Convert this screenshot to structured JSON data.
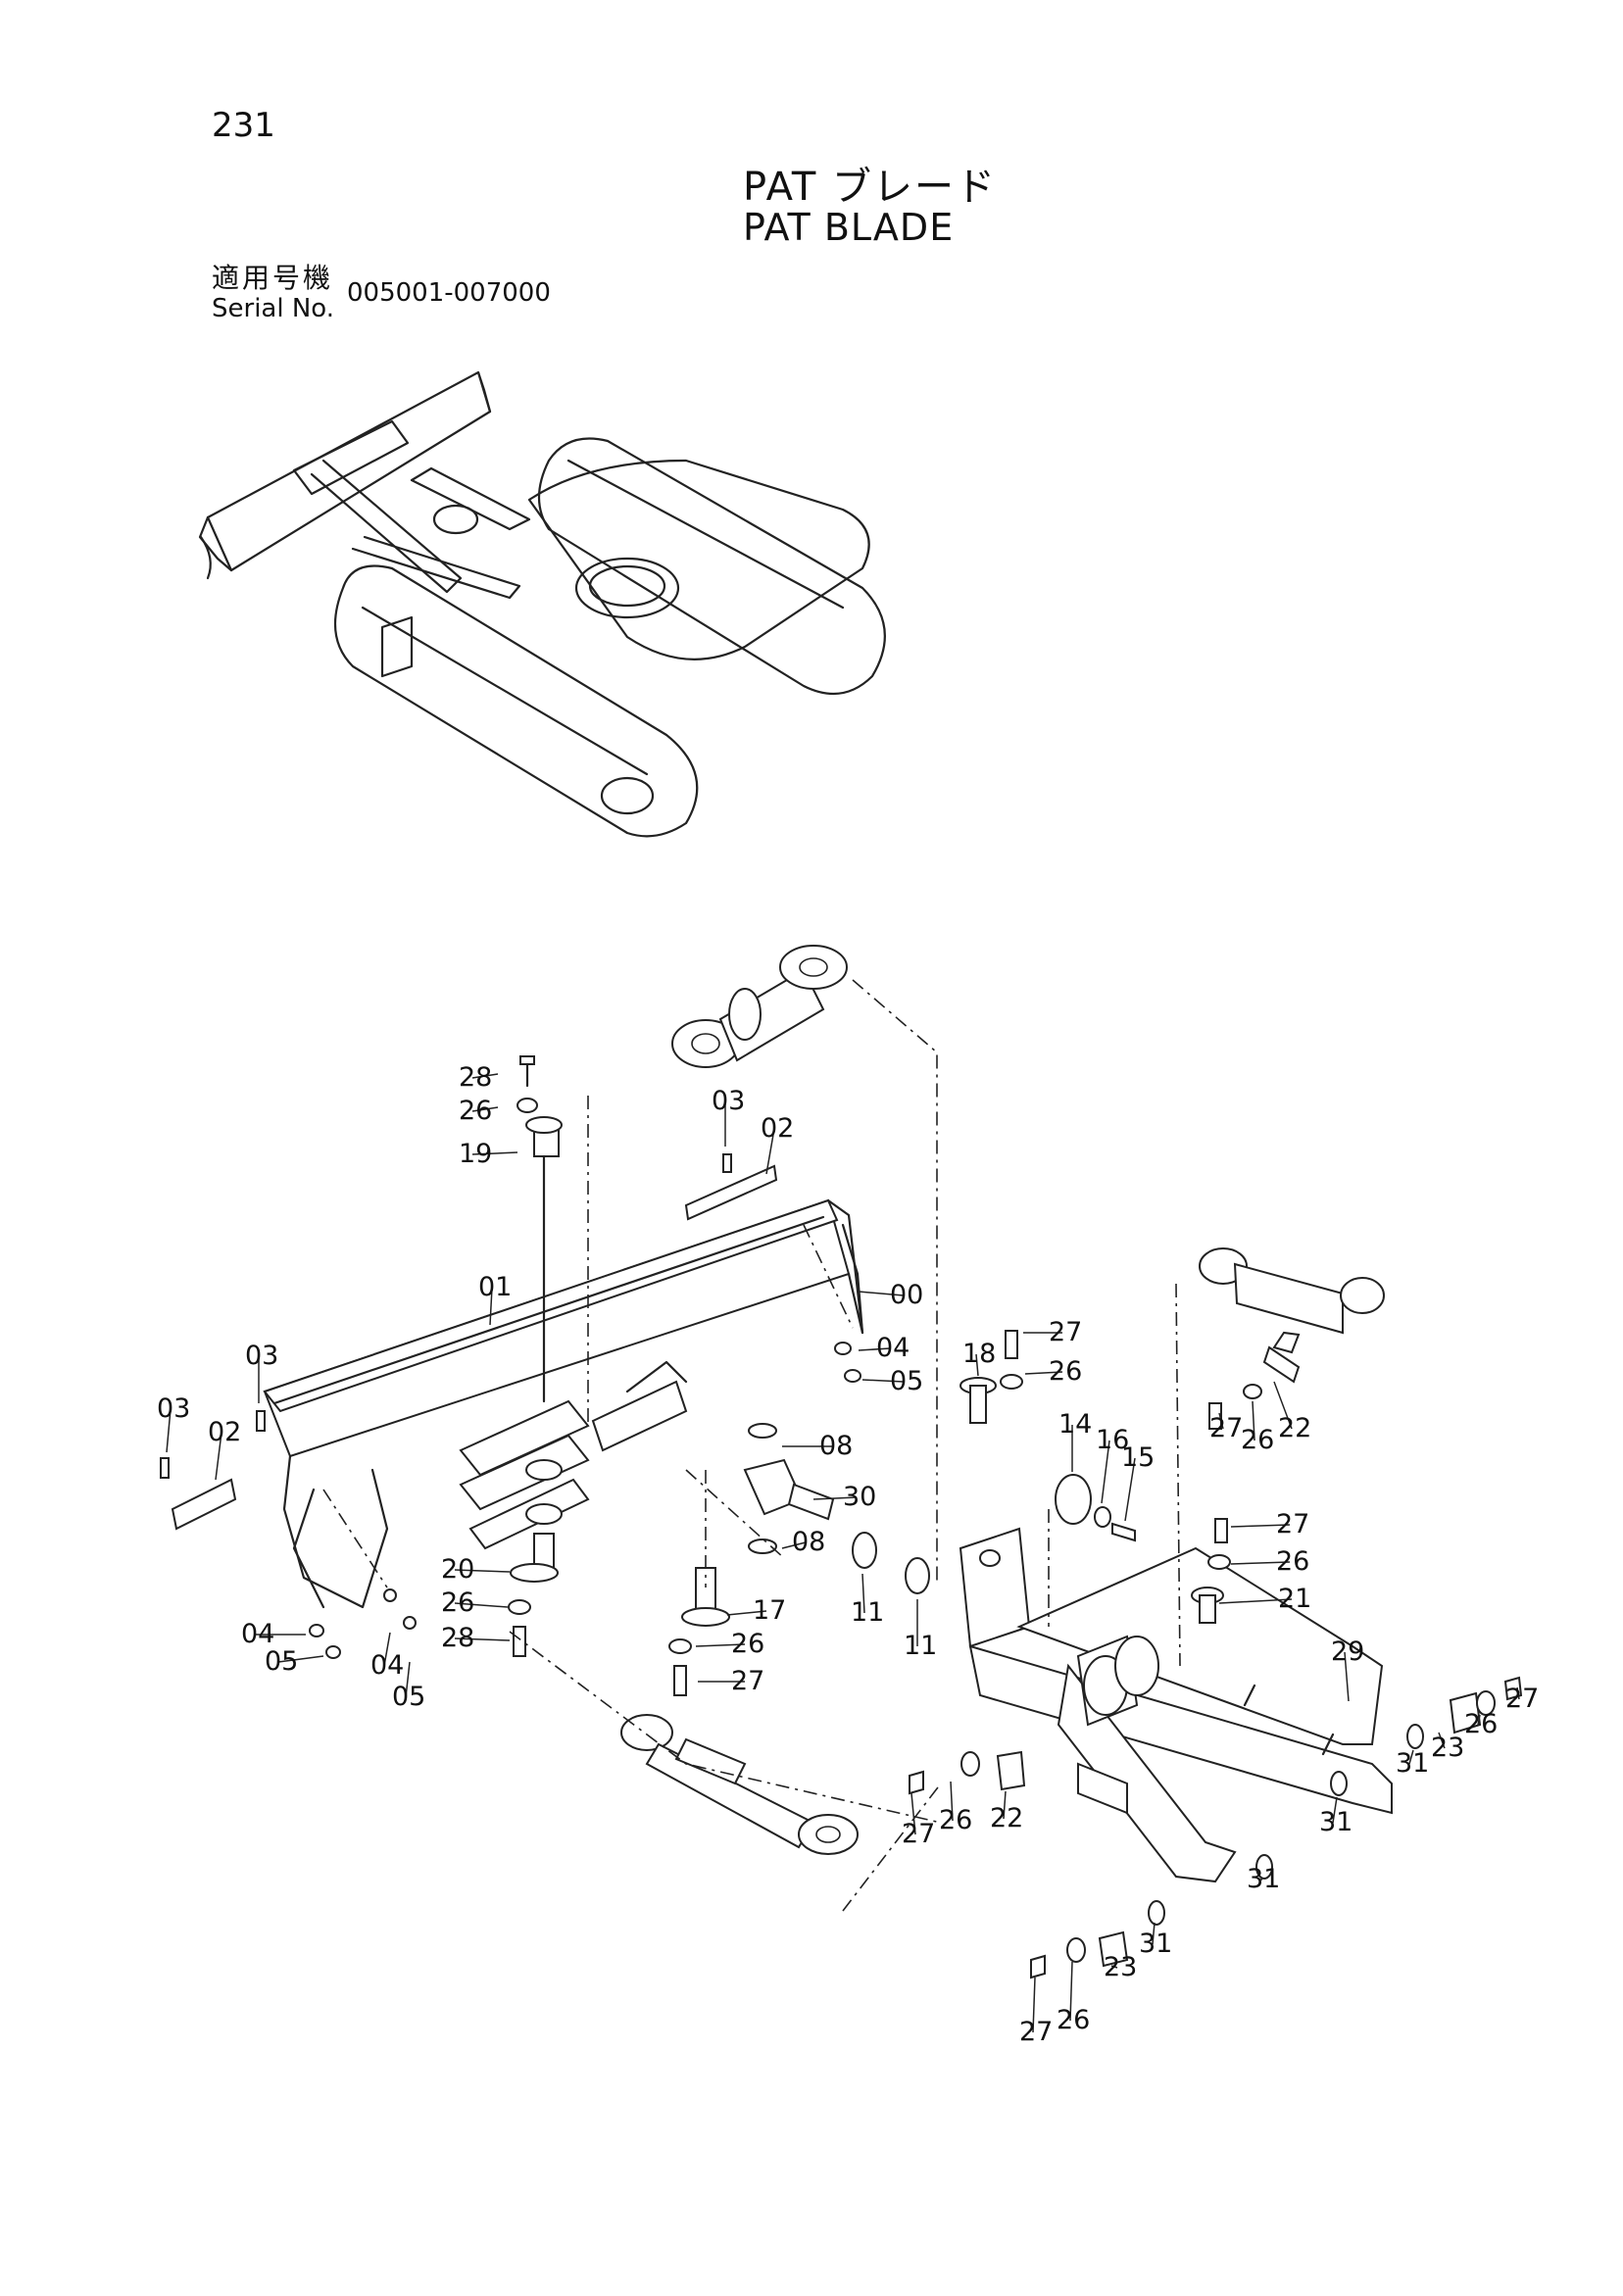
{
  "page_number": "231",
  "title_jp": "PAT ブレード",
  "title_en": "PAT BLADE",
  "serial_label_jp": "適用号機",
  "serial_label_en": "Serial No.",
  "serial_range": "005001-007000",
  "callouts": [
    {
      "id": "c28a",
      "label": "28"
    },
    {
      "id": "c26a",
      "label": "26"
    },
    {
      "id": "c19",
      "label": "19"
    },
    {
      "id": "c03a",
      "label": "03"
    },
    {
      "id": "c02a",
      "label": "02"
    },
    {
      "id": "c01",
      "label": "01"
    },
    {
      "id": "c00",
      "label": "00"
    },
    {
      "id": "c04a",
      "label": "04"
    },
    {
      "id": "c05a",
      "label": "05"
    },
    {
      "id": "c03b",
      "label": "03"
    },
    {
      "id": "c03c",
      "label": "03"
    },
    {
      "id": "c02b",
      "label": "02"
    },
    {
      "id": "c08a",
      "label": "08"
    },
    {
      "id": "c30",
      "label": "30"
    },
    {
      "id": "c08b",
      "label": "08"
    },
    {
      "id": "c20",
      "label": "20"
    },
    {
      "id": "c26b",
      "label": "26"
    },
    {
      "id": "c28b",
      "label": "28"
    },
    {
      "id": "c04b",
      "label": "04"
    },
    {
      "id": "c05b",
      "label": "05"
    },
    {
      "id": "c04c",
      "label": "04"
    },
    {
      "id": "c05c",
      "label": "05"
    },
    {
      "id": "c17",
      "label": "17"
    },
    {
      "id": "c26c",
      "label": "26"
    },
    {
      "id": "c27a",
      "label": "27"
    },
    {
      "id": "c11a",
      "label": "11"
    },
    {
      "id": "c11b",
      "label": "11"
    },
    {
      "id": "c18",
      "label": "18"
    },
    {
      "id": "c27b",
      "label": "27"
    },
    {
      "id": "c26d",
      "label": "26"
    },
    {
      "id": "c14",
      "label": "14"
    },
    {
      "id": "c16",
      "label": "16"
    },
    {
      "id": "c15",
      "label": "15"
    },
    {
      "id": "c27c",
      "label": "27"
    },
    {
      "id": "c26e",
      "label": "26"
    },
    {
      "id": "c22a",
      "label": "22"
    },
    {
      "id": "c27d",
      "label": "27"
    },
    {
      "id": "c26f",
      "label": "26"
    },
    {
      "id": "c21",
      "label": "21"
    },
    {
      "id": "c29",
      "label": "29"
    },
    {
      "id": "c27e",
      "label": "27"
    },
    {
      "id": "c26g",
      "label": "26"
    },
    {
      "id": "c23a",
      "label": "23"
    },
    {
      "id": "c31a",
      "label": "31"
    },
    {
      "id": "c31b",
      "label": "31"
    },
    {
      "id": "c27f",
      "label": "27"
    },
    {
      "id": "c26h",
      "label": "26"
    },
    {
      "id": "c22b",
      "label": "22"
    },
    {
      "id": "c31c",
      "label": "31"
    },
    {
      "id": "c31d",
      "label": "31"
    },
    {
      "id": "c23b",
      "label": "23"
    },
    {
      "id": "c27g",
      "label": "27"
    },
    {
      "id": "c26i",
      "label": "26"
    }
  ]
}
